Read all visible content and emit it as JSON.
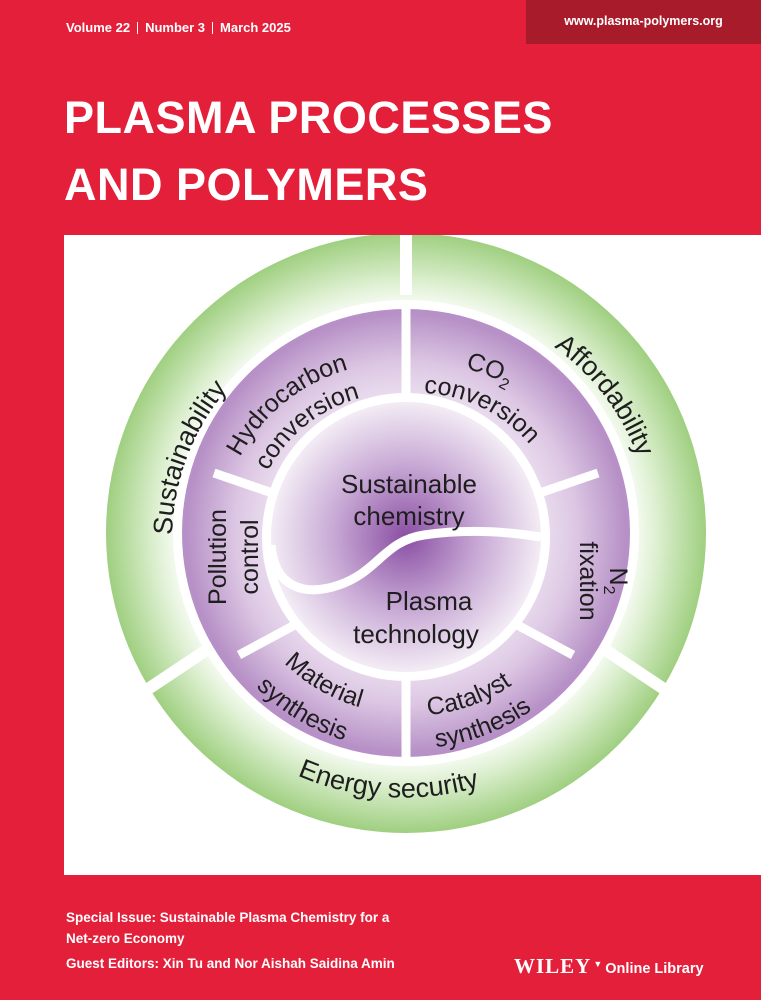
{
  "header": {
    "volume": "Volume 22",
    "number": "Number 3",
    "date": "March 2025",
    "url": "www.plasma-polymers.org"
  },
  "title": {
    "line1": "PLASMA PROCESSES",
    "line2": "AND POLYMERS"
  },
  "diagram": {
    "center": {
      "top": "Sustainable chemistry",
      "top_l1": "Sustainable",
      "top_l2": "chemistry",
      "bottom_l1": "Plasma",
      "bottom_l2": "technology"
    },
    "middle_ring": {
      "hydrocarbon_l1": "Hydrocarbon",
      "hydrocarbon_l2": "conversion",
      "co2_l1": "CO",
      "co2_sub": "2",
      "co2_l2": "conversion",
      "n2_l1": "N",
      "n2_sub": "2",
      "n2_l2": "fixation",
      "catalyst_l1": "Catalyst",
      "catalyst_l2": "synthesis",
      "material_l1": "Material",
      "material_l2": "synthesis",
      "pollution_l1": "Pollution",
      "pollution_l2": "control"
    },
    "outer_ring": {
      "left": "Sustainability",
      "right": "Affordability",
      "bottom": "Energy security"
    }
  },
  "special_issue": {
    "line1": "Special Issue: Sustainable Plasma Chemistry for a",
    "line2": "Net-zero Economy",
    "editors": "Guest Editors: Xin Tu and Nor Aishah Saidina Amin"
  },
  "publisher": {
    "name": "WILEY",
    "library": "Online Library"
  },
  "colors": {
    "background": "#e41f3a",
    "url_box": "#a81b2b",
    "green_ring": "#a8d48a",
    "purple_ring": "#c7a8d3",
    "purple_center": "#8f5aa6"
  }
}
